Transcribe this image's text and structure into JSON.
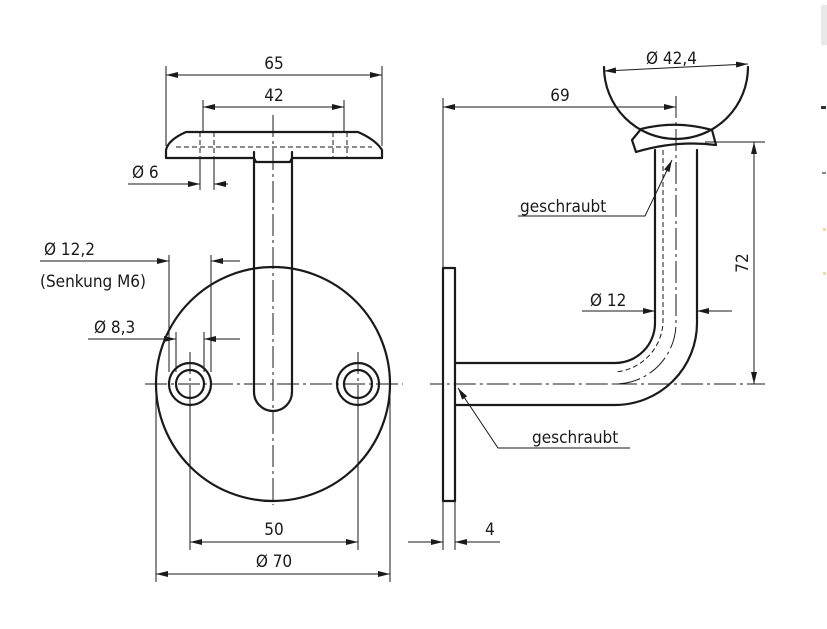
{
  "dimensions": {
    "width_65": "65",
    "width_42": "42",
    "dia_6": "Ø 6",
    "dia_12_2": "Ø 12,2",
    "countersink": "(Senkung M6)",
    "dia_8_3": "Ø 8,3",
    "spacing_50": "50",
    "dia_70": "Ø 70",
    "dia_42_4": "Ø 42,4",
    "length_69": "69",
    "height_72": "72",
    "dia_12": "Ø 12",
    "thickness_4": "4"
  },
  "notes": {
    "screwed_top": "geschraubt",
    "screwed_bottom": "geschraubt"
  },
  "colors": {
    "line": "#1a1a1a",
    "background": "#ffffff"
  }
}
